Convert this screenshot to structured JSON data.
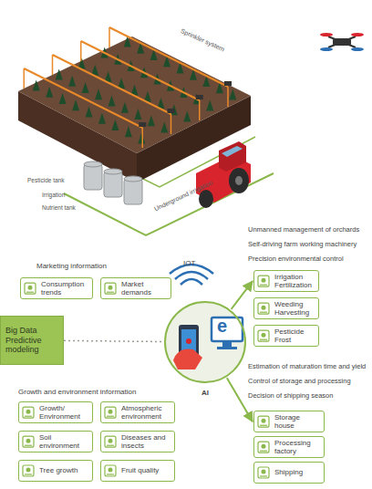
{
  "diagram": {
    "nodes": [
      {
        "text": [
          "Consumption trends"
        ]
      },
      {
        "text": [
          "Market demands"
        ]
      },
      {
        "text": [
          "Big Data Predictive modeling"
        ]
      },
      {
        "text": [
          "AI"
        ]
      },
      {
        "text": [
          "Growth/ Environment"
        ]
      },
      {
        "text": [
          "Atmospheric environment"
        ]
      },
      {
        "text": [
          "Soil environment"
        ]
      },
      {
        "text": [
          "Diseases and insects"
        ]
      },
      {
        "text": [
          "Tree growth"
        ]
      },
      {
        "text": [
          "Fruit quality"
        ]
      },
      {
        "text": [
          "Irrigation Fertilization"
        ]
      },
      {
        "text": [
          "Weeding Harvesting"
        ]
      },
      {
        "text": [
          "Pesticide Frost"
        ]
      },
      {
        "text": [
          "Storage house"
        ]
      },
      {
        "text": [
          "Processing factory"
        ]
      },
      {
        "text": [
          "Shipping"
        ]
      }
    ],
    "edges": [
      {
        "from": 2,
        "to": 3,
        "arrow": "none"
      },
      {
        "from": 3,
        "to": 10,
        "arrow": "to"
      },
      {
        "from": 3,
        "to": 13,
        "arrow": "to"
      }
    ],
    "labels": [
      "Sprinkler system",
      "Pesticide tank",
      "Irrigation",
      "Nutrient tank",
      "Underground irrigation",
      "Marketing information",
      "IOT",
      "e",
      "Growth and environment information",
      "Unmanned management of orchards",
      "Self-driving farm working machinery",
      "Precision environmental control",
      "Estimation of maturation time and yield",
      "Control of storage and processing",
      "Decision of shipping season"
    ]
  }
}
